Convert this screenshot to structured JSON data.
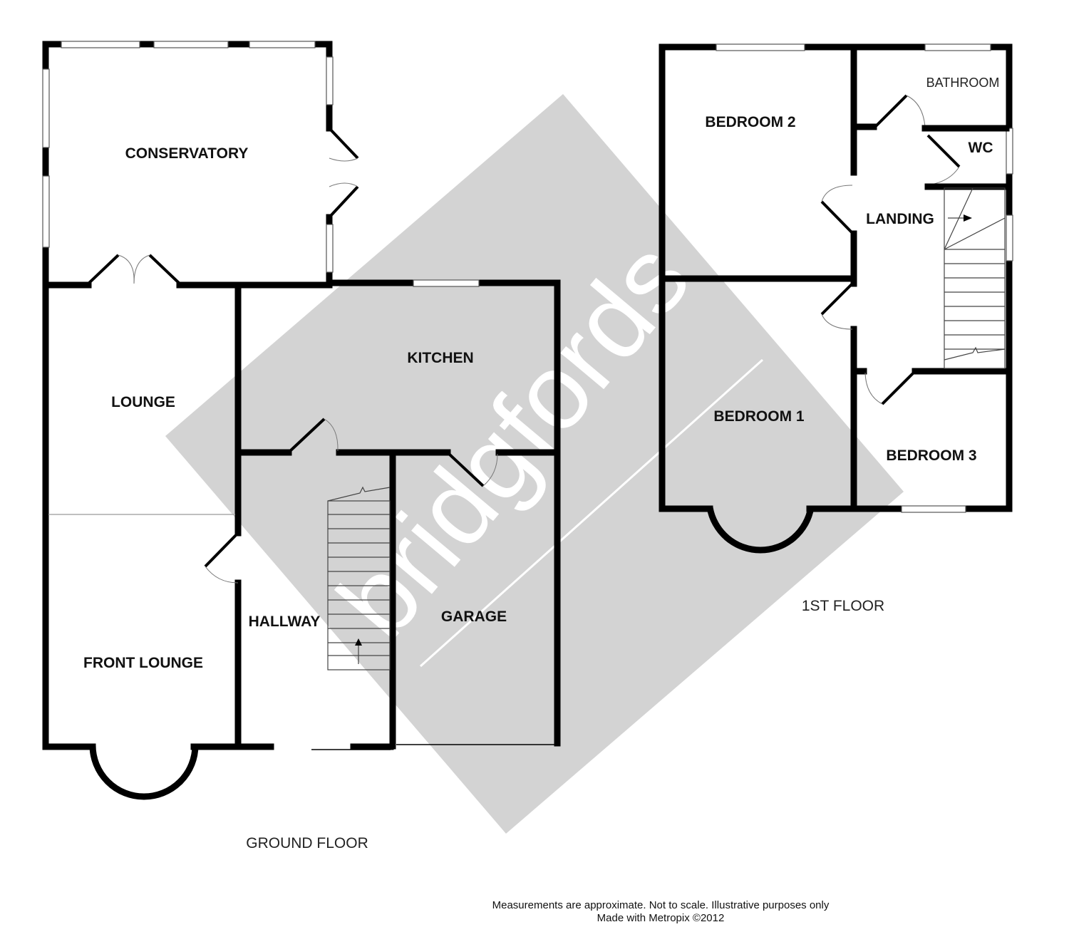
{
  "watermark": {
    "brand": "bridgfords",
    "color": "#d3d3d3"
  },
  "ground_floor": {
    "label": "GROUND FLOOR",
    "rooms": {
      "conservatory": "CONSERVATORY",
      "lounge": "LOUNGE",
      "front_lounge": "FRONT LOUNGE",
      "kitchen": "KITCHEN",
      "hallway": "HALLWAY",
      "garage": "GARAGE"
    }
  },
  "first_floor": {
    "label": "1ST FLOOR",
    "rooms": {
      "bedroom_2": "BEDROOM 2",
      "bathroom": "BATHROOM",
      "wc": "WC",
      "landing": "LANDING",
      "bedroom_1": "BEDROOM 1",
      "bedroom_3": "BEDROOM 3"
    }
  },
  "footer": {
    "disclaimer": "Measurements are approximate.  Not to scale.  Illustrative purposes only",
    "credit": "Made with Metropix ©2012"
  }
}
